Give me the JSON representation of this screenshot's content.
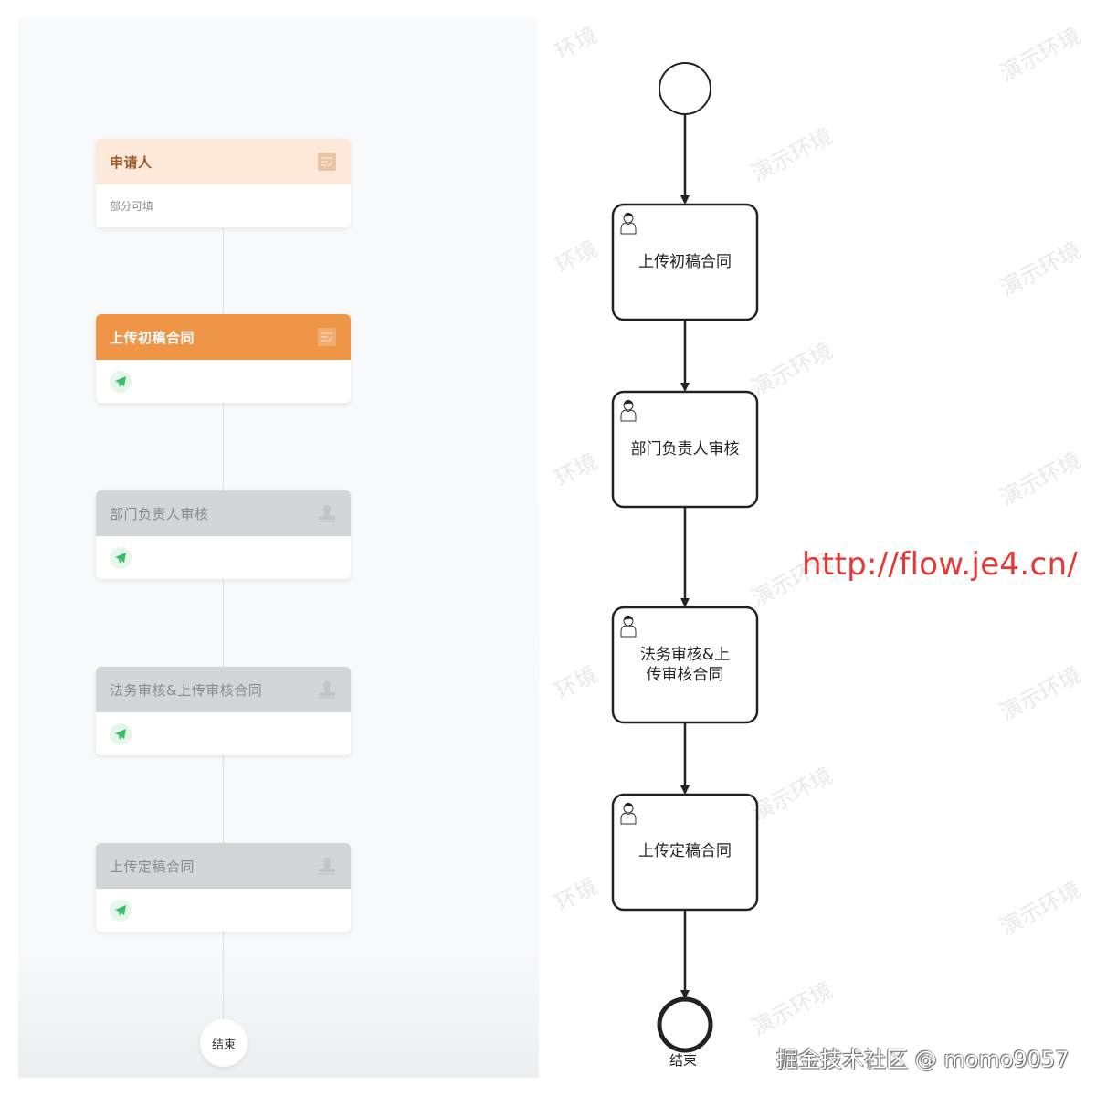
{
  "left_panel": {
    "nodes": [
      {
        "title": "申请人",
        "subtitle": "部分可填",
        "state": "applicant",
        "icon": "form-edit-icon"
      },
      {
        "title": "上传初稿合同",
        "subtitle": "",
        "state": "active",
        "icon": "form-edit-icon",
        "badge": "send-icon"
      },
      {
        "title": "部门负责人审核",
        "subtitle": "",
        "state": "pending",
        "icon": "stamp-icon",
        "badge": "send-icon"
      },
      {
        "title": "法务审核&上传审核合同",
        "subtitle": "",
        "state": "pending",
        "icon": "stamp-icon",
        "badge": "send-icon"
      },
      {
        "title": "上传定稿合同",
        "subtitle": "",
        "state": "pending",
        "icon": "stamp-icon",
        "badge": "send-icon"
      }
    ],
    "end_label": "结束"
  },
  "bpmn": {
    "start_event": "start",
    "tasks": [
      {
        "label_lines": [
          "上传初稿合同"
        ],
        "type": "user-task"
      },
      {
        "label_lines": [
          "部门负责人审核"
        ],
        "type": "user-task"
      },
      {
        "label_lines": [
          "法务审核&上",
          "传审核合同"
        ],
        "type": "user-task"
      },
      {
        "label_lines": [
          "上传定稿合同"
        ],
        "type": "user-task"
      }
    ],
    "end_label": "结束"
  },
  "overlay": {
    "url": "http://flow.je4.cn/",
    "watermark": "演示环境",
    "watermark_partial": "环境",
    "credit": "掘金技术社区 @ momo9057"
  },
  "colors": {
    "applicant_header": "#fce9da",
    "active_header": "#ef9547",
    "pending_header": "#d3d5d9",
    "send_icon": "#3dbd6a",
    "url_red": "#e53935"
  }
}
